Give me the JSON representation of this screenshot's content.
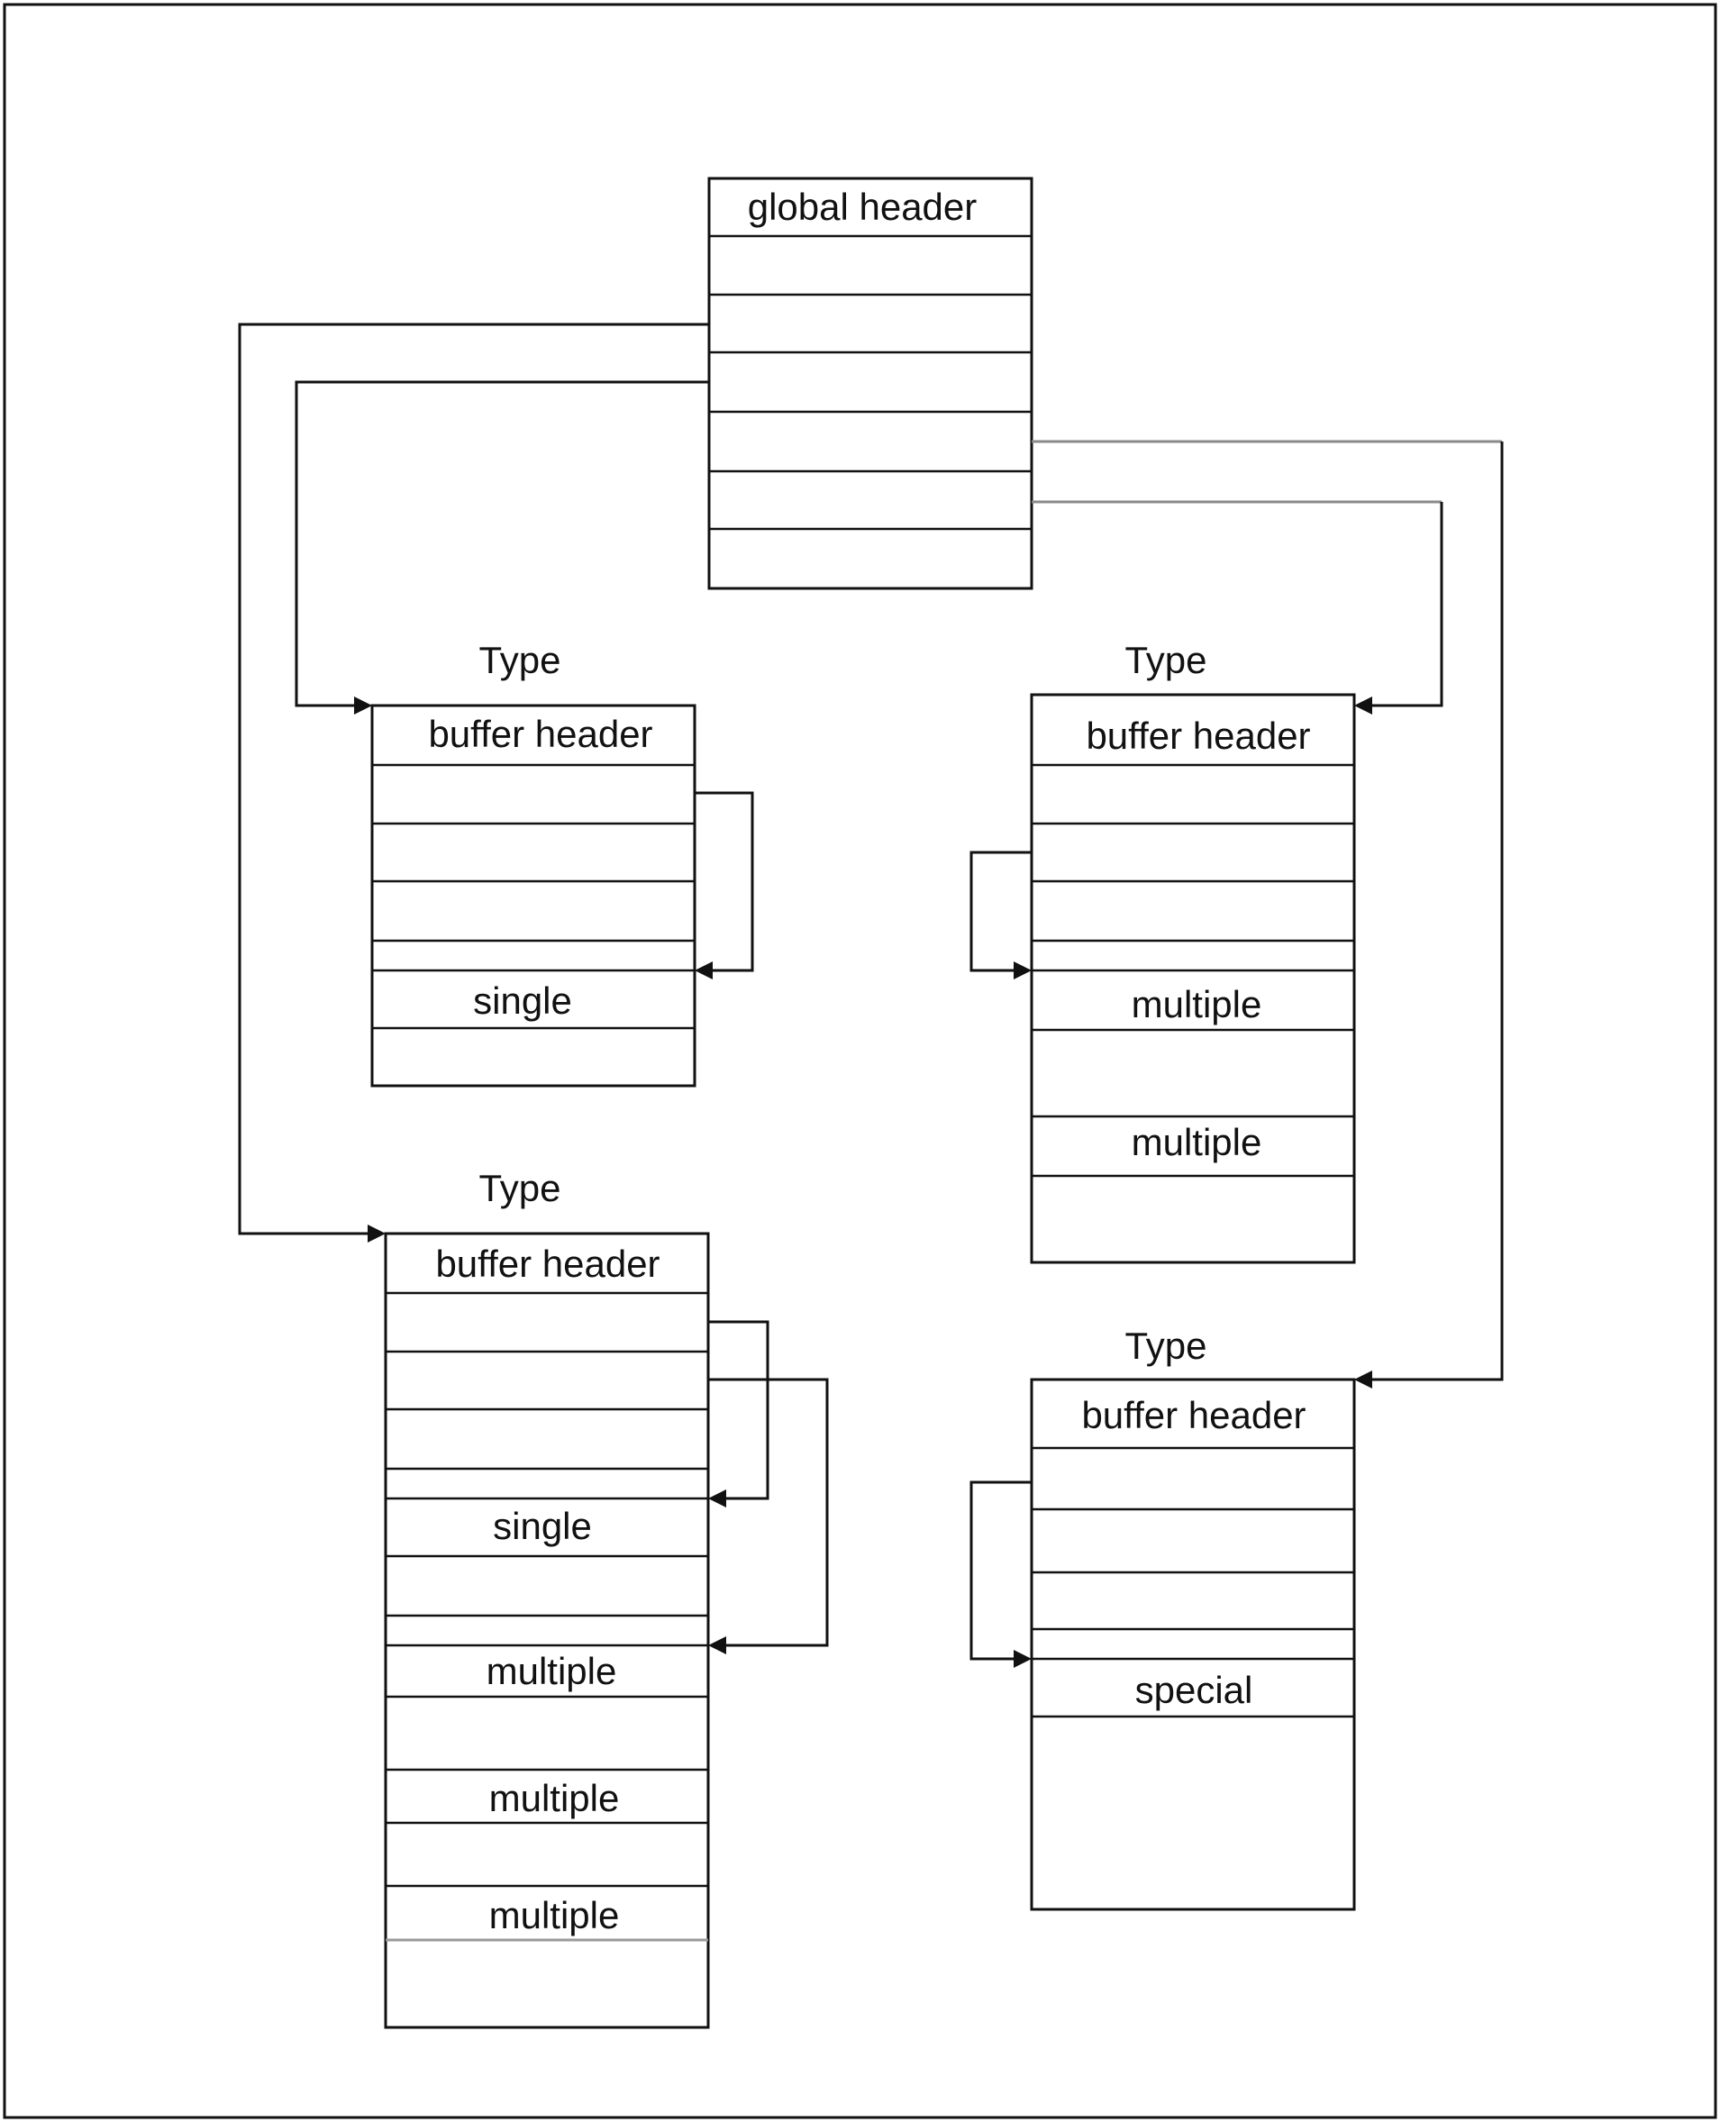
{
  "global": {
    "header": "global header"
  },
  "type_label": "Type",
  "buffer_header": "buffer header",
  "cells": {
    "single": "single",
    "multiple": "multiple",
    "special": "special"
  }
}
